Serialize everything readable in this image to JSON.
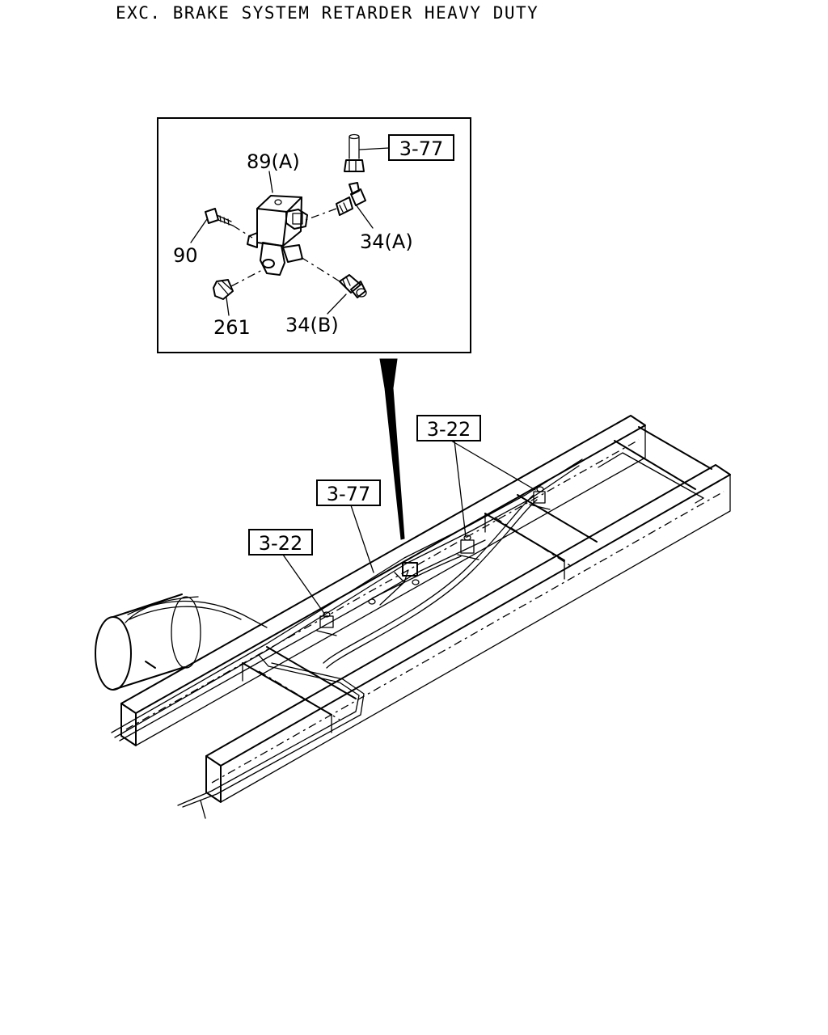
{
  "header": {
    "title": "EXC. BRAKE SYSTEM RETARDER HEAVY DUTY"
  },
  "inset": {
    "callouts": {
      "valve": "89(A)",
      "bolt": "90",
      "plug": "261",
      "elbow_fitting": "34(A)",
      "straight_fitting": "34(B)"
    },
    "reference": "3-77"
  },
  "chassis": {
    "references": {
      "clip_rear": "3-22",
      "valve_location": "3-77",
      "clip_front": "3-22"
    }
  }
}
